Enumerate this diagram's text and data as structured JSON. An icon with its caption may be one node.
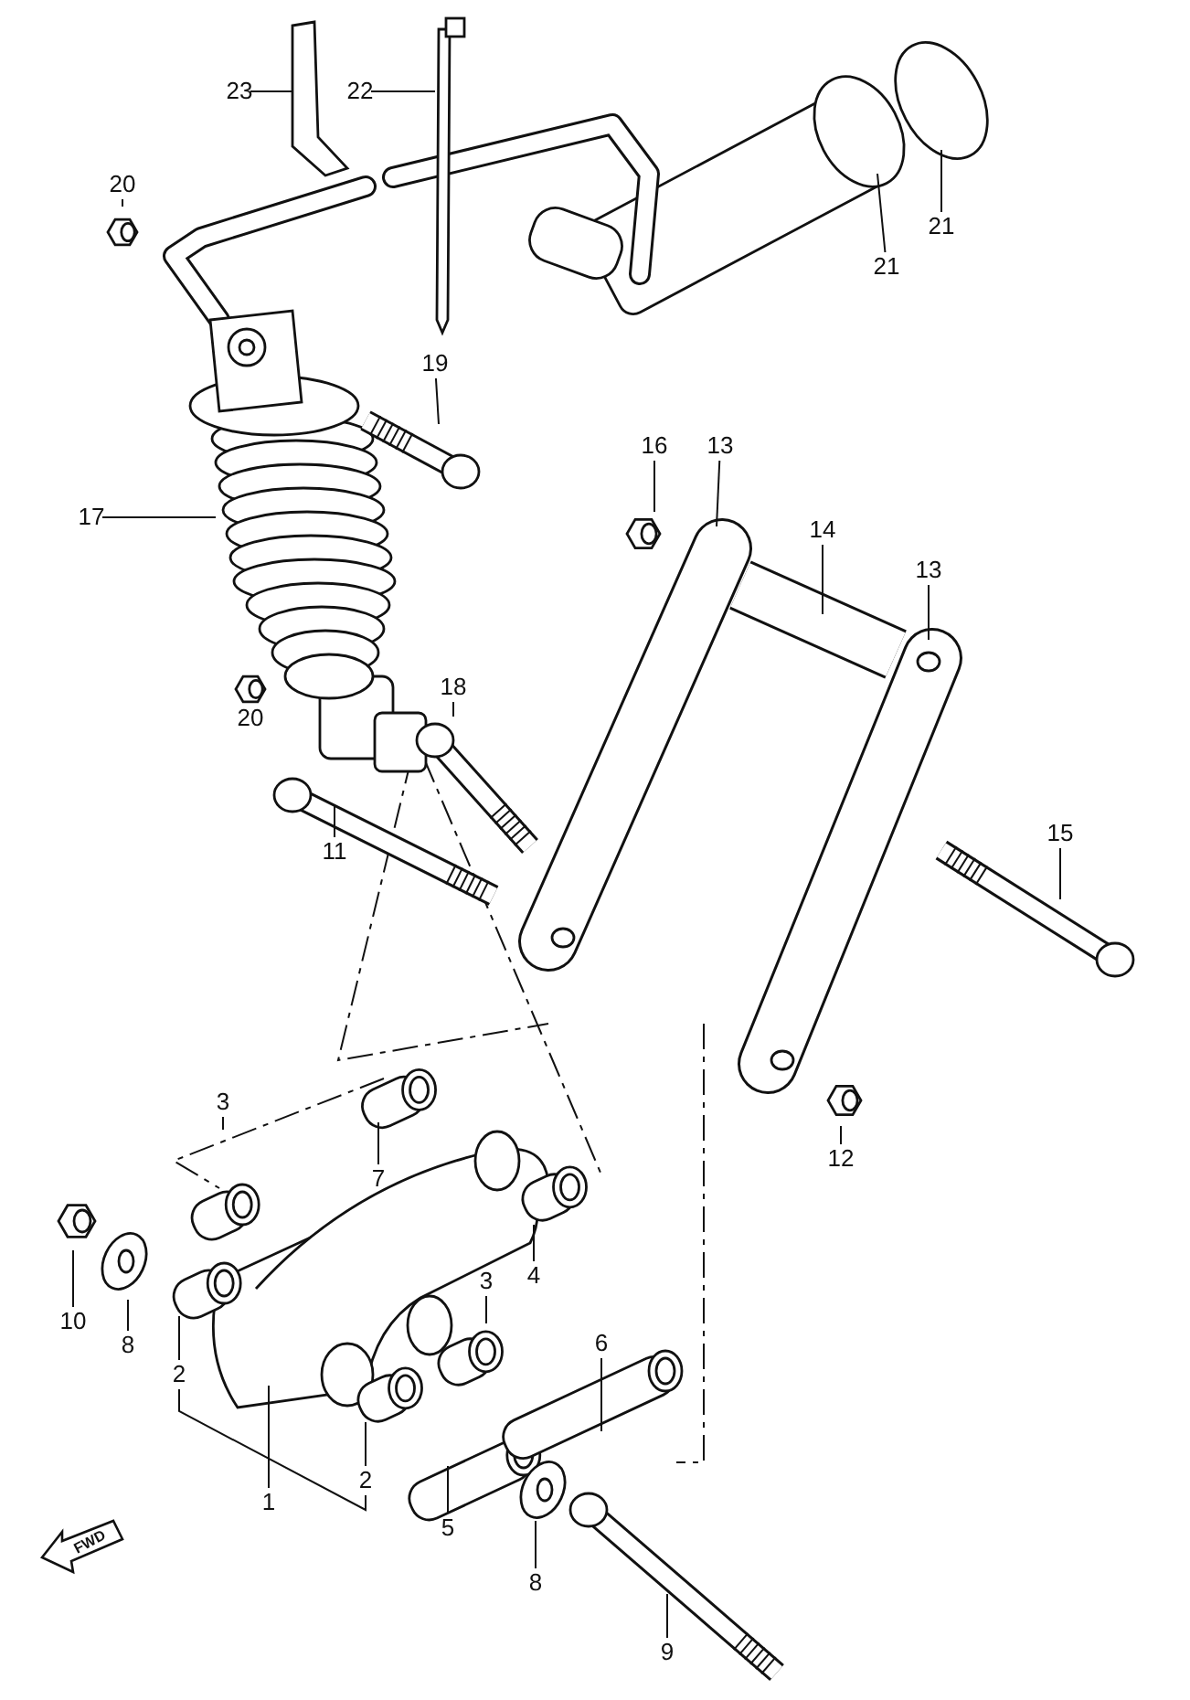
{
  "diagram": {
    "nodes": [
      {
        "text": [
          "23"
        ]
      },
      {
        "text": [
          "22"
        ]
      },
      {
        "text": [
          "20"
        ]
      },
      {
        "text": [
          "21"
        ]
      },
      {
        "text": [
          "21"
        ]
      },
      {
        "text": [
          "19"
        ]
      },
      {
        "text": [
          "16"
        ]
      },
      {
        "text": [
          "13"
        ]
      },
      {
        "text": [
          "17"
        ]
      },
      {
        "text": [
          "14"
        ]
      },
      {
        "text": [
          "13"
        ]
      },
      {
        "text": [
          "18"
        ]
      },
      {
        "text": [
          "11"
        ]
      },
      {
        "text": [
          "15"
        ]
      },
      {
        "text": [
          "12"
        ]
      },
      {
        "text": [
          "3"
        ]
      },
      {
        "text": [
          "7"
        ]
      },
      {
        "text": [
          "10"
        ]
      },
      {
        "text": [
          "8"
        ]
      },
      {
        "text": [
          "4"
        ]
      },
      {
        "text": [
          "3"
        ]
      },
      {
        "text": [
          "2"
        ]
      },
      {
        "text": [
          "6"
        ]
      },
      {
        "text": [
          "1"
        ]
      },
      {
        "text": [
          "2"
        ]
      },
      {
        "text": [
          "5"
        ]
      },
      {
        "text": [
          "8"
        ]
      },
      {
        "text": [
          "9"
        ]
      }
    ],
    "edges": [
      {
        "from": 0,
        "to": null,
        "arrow": "none"
      },
      {
        "from": 1,
        "to": null,
        "arrow": "none"
      },
      {
        "from": 2,
        "to": null,
        "arrow": "none"
      },
      {
        "from": 3,
        "to": null,
        "arrow": "none"
      },
      {
        "from": 4,
        "to": null,
        "arrow": "none"
      },
      {
        "from": 5,
        "to": null,
        "arrow": "none"
      },
      {
        "from": 6,
        "to": null,
        "arrow": "none"
      },
      {
        "from": 7,
        "to": null,
        "arrow": "none"
      },
      {
        "from": 8,
        "to": null,
        "arrow": "none"
      },
      {
        "from": 9,
        "to": null,
        "arrow": "none"
      },
      {
        "from": 10,
        "to": null,
        "arrow": "none"
      },
      {
        "from": 11,
        "to": null,
        "arrow": "none"
      },
      {
        "from": 12,
        "to": null,
        "arrow": "none"
      },
      {
        "from": 13,
        "to": null,
        "arrow": "none"
      },
      {
        "from": 14,
        "to": null,
        "arrow": "none"
      },
      {
        "from": 15,
        "to": null,
        "arrow": "none"
      },
      {
        "from": 16,
        "to": null,
        "arrow": "none"
      },
      {
        "from": 17,
        "to": null,
        "arrow": "none"
      },
      {
        "from": 18,
        "to": null,
        "arrow": "none"
      },
      {
        "from": 19,
        "to": null,
        "arrow": "none"
      },
      {
        "from": 20,
        "to": null,
        "arrow": "none"
      },
      {
        "from": 21,
        "to": null,
        "arrow": "none"
      },
      {
        "from": 22,
        "to": null,
        "arrow": "none"
      },
      {
        "from": 23,
        "to": null,
        "arrow": "none"
      },
      {
        "from": 24,
        "to": null,
        "arrow": "none"
      },
      {
        "from": 25,
        "to": null,
        "arrow": "none"
      },
      {
        "from": 26,
        "to": null,
        "arrow": "none"
      },
      {
        "from": 27,
        "to": null,
        "arrow": "none"
      },
      {
        "from": 21,
        "to": 24,
        "arrow": "none"
      }
    ],
    "labels": [
      "20",
      "FWD"
    ]
  }
}
